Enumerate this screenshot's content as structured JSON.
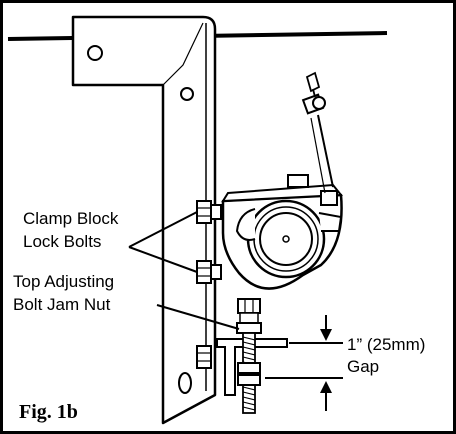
{
  "labels": {
    "clamp_line1": "Clamp Block",
    "clamp_line2": "Lock Bolts",
    "jam_line1": "Top Adjusting",
    "jam_line2": "Bolt Jam Nut",
    "gap_line1": "1” (25mm)",
    "gap_line2": "Gap"
  },
  "caption": "Fig. 1b"
}
